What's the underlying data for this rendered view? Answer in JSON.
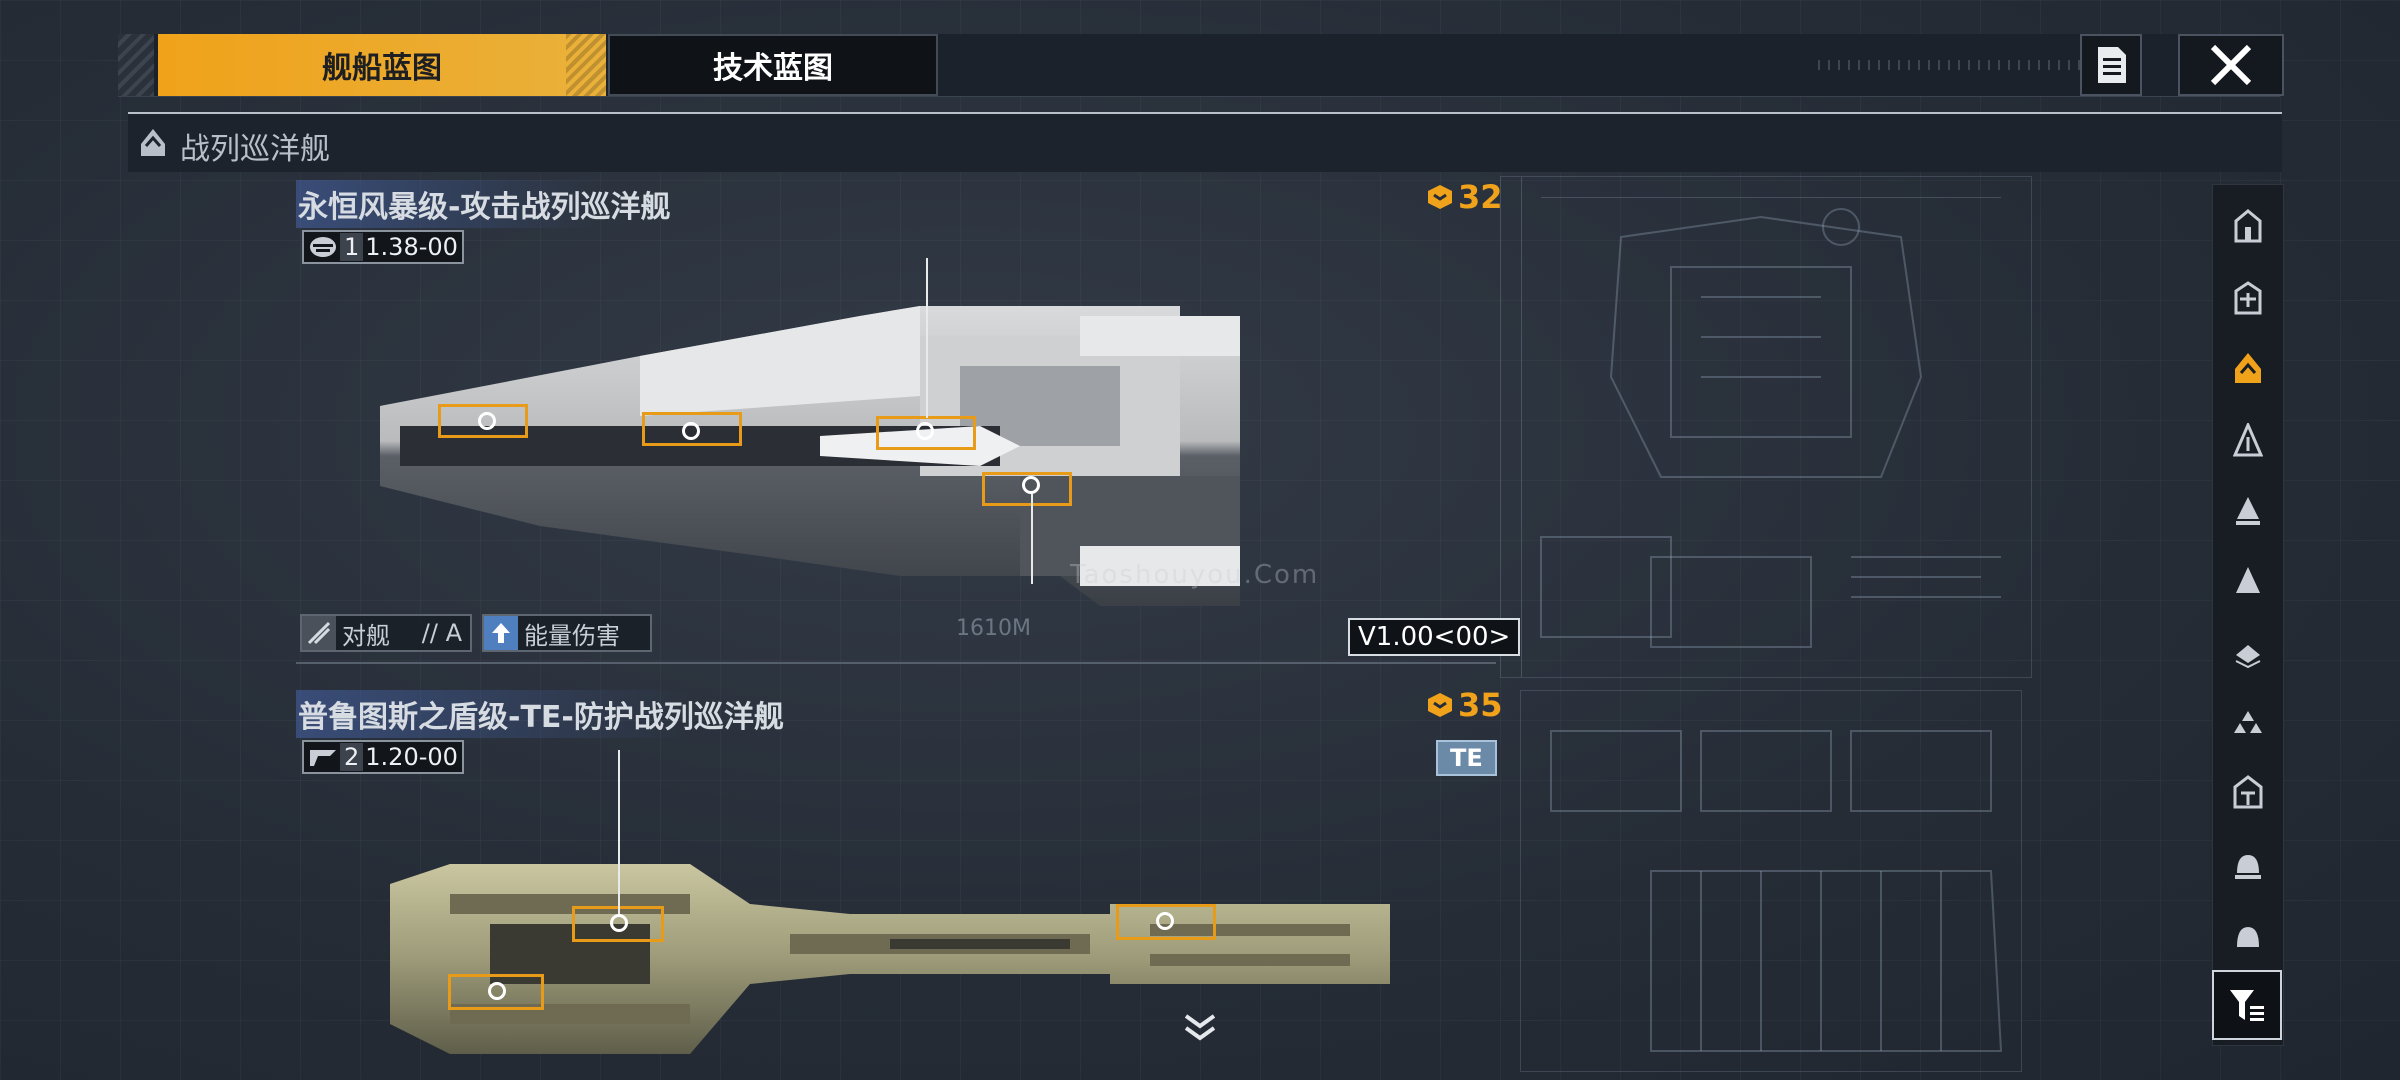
{
  "tabs": {
    "ship_blueprint": "舰船蓝图",
    "tech_blueprint": "技术蓝图"
  },
  "category": {
    "label": "战列巡洋舰"
  },
  "ships": [
    {
      "title": "永恒风暴级-攻击战列巡洋舰",
      "tier": "1",
      "rating": "1.38-00",
      "cost": "32",
      "tag1": "对舰",
      "tag1_grade": "// A",
      "tag2": "能量伤害",
      "version": "V1.00<00>",
      "length": "1610M"
    },
    {
      "title": "普鲁图斯之盾级-TE-防护战列巡洋舰",
      "tier": "2",
      "rating": "1.20-00",
      "cost": "35",
      "badge": "TE"
    }
  ],
  "watermark": "Taoshouyou.Com",
  "colors": {
    "accent": "#f0a21a",
    "panel": "#1c222b",
    "background": "#262d37"
  },
  "icons": {
    "doc": "document-icon",
    "close": "close-icon",
    "filter": "filter-icon",
    "cost": "resource-icon",
    "scroll": "chevron-down-icon"
  }
}
